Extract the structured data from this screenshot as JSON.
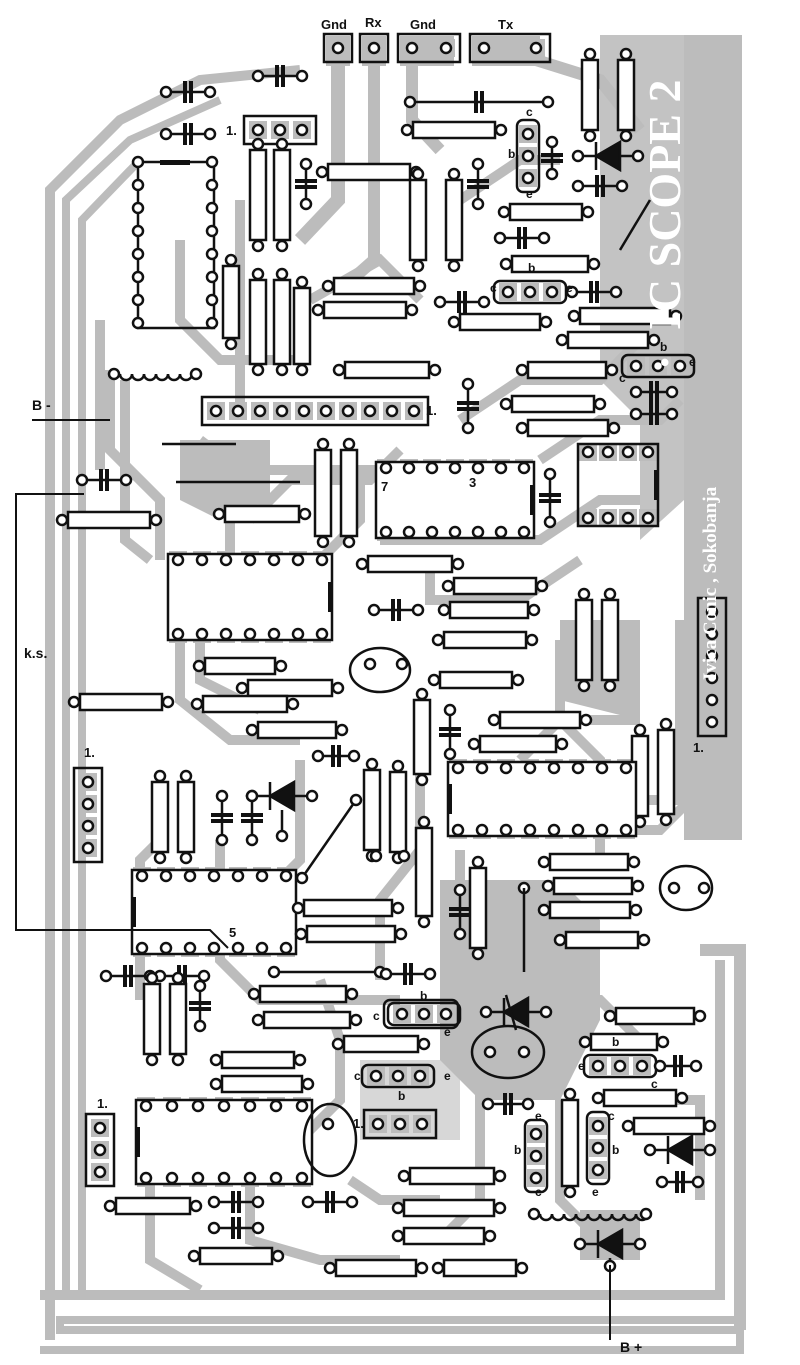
{
  "board": {
    "title": "IC SCOPE 2",
    "separator": "·",
    "author": "Ivica Conic , Sokobanja",
    "colors": {
      "background": "#ffffff",
      "copper": "#bcbcbc",
      "silkscreen": "#111111",
      "title_text": "#ffffff"
    }
  },
  "connectors_top": [
    {
      "label": "Gnd",
      "pins": 1
    },
    {
      "label": "Rx",
      "pins": 1
    },
    {
      "label": "Gnd",
      "pins": 2
    },
    {
      "label": "Tx",
      "pins": 2
    }
  ],
  "power_labels": {
    "negative": "B -",
    "positive": "B +",
    "wire_note": "k.s."
  },
  "pin1_marker": "1.",
  "ic_labels": {
    "ic_pin7": "7",
    "ic_pin3": "3",
    "ic_pin5": "5"
  },
  "transistor_pins": {
    "collector": "c",
    "base": "b",
    "emitter": "e"
  },
  "headers": [
    {
      "name": "header-3pin-top",
      "pins": 3,
      "marker": "1."
    },
    {
      "name": "header-10pin",
      "pins": 10,
      "marker": "1."
    },
    {
      "name": "header-6pin-right",
      "pins": 6,
      "marker": "1."
    },
    {
      "name": "header-4pin-left",
      "pins": 4,
      "marker": "1."
    },
    {
      "name": "header-3pin-bottom-left",
      "pins": 3,
      "marker": "1."
    },
    {
      "name": "header-3pin-bottom-center",
      "pins": 3,
      "marker": "1."
    }
  ],
  "ics": [
    {
      "name": "ic-dip16-top-left",
      "pins": 16
    },
    {
      "name": "ic-dip14-center",
      "pins": 14
    },
    {
      "name": "ic-dip8-right",
      "pins": 8
    },
    {
      "name": "ic-dip14-left",
      "pins": 14
    },
    {
      "name": "ic-dip16-mid",
      "pins": 16
    },
    {
      "name": "ic-dip14-lower-left",
      "pins": 14
    },
    {
      "name": "ic-dip14-bottom-left",
      "pins": 14
    }
  ]
}
